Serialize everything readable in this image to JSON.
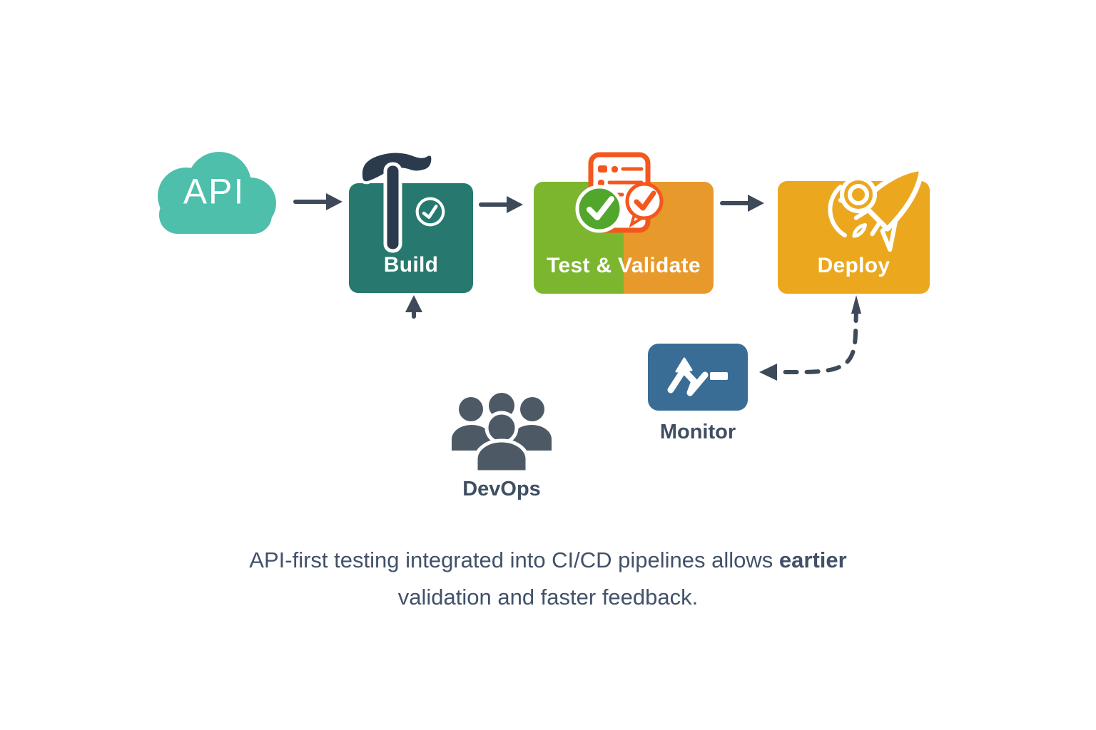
{
  "diagram": {
    "api_source": {
      "label": "API",
      "color": "#4DBFAA",
      "icon": "cloud-icon"
    },
    "stages": [
      {
        "label": "Build",
        "color": "#27796F",
        "icons": [
          "hammer-icon",
          "check-circle-icon"
        ]
      },
      {
        "label": "Test & Validate",
        "color_left": "#7CB62F",
        "color_right": "#E8992B",
        "icons": [
          "checklist-doc-icon",
          "check-circle-green-icon",
          "chat-check-icon"
        ]
      },
      {
        "label": "Deploy",
        "color": "#EBA81F",
        "icons": [
          "rocket-icon"
        ]
      }
    ],
    "monitor": {
      "label": "Monitor",
      "color": "#3A6D96",
      "icon": "pulse-arrow-icon"
    },
    "team": {
      "label": "DevOps",
      "color": "#4D5A66",
      "icon": "people-group-icon"
    },
    "caption": {
      "line1_prefix": "API-first testing integrated into CI/CD pipelines allows ",
      "line1_bold": "eartier",
      "line2": "validation and faster feedback."
    },
    "colors": {
      "background": "#FFFFFF",
      "arrow": "#3E4A59",
      "hammer": "#2B3B4D",
      "doc_outline": "#F4571D",
      "check_green": "#52A62B",
      "label_text": "#3F4E60",
      "caption_text": "#42516A",
      "white": "#FFFFFF"
    }
  }
}
